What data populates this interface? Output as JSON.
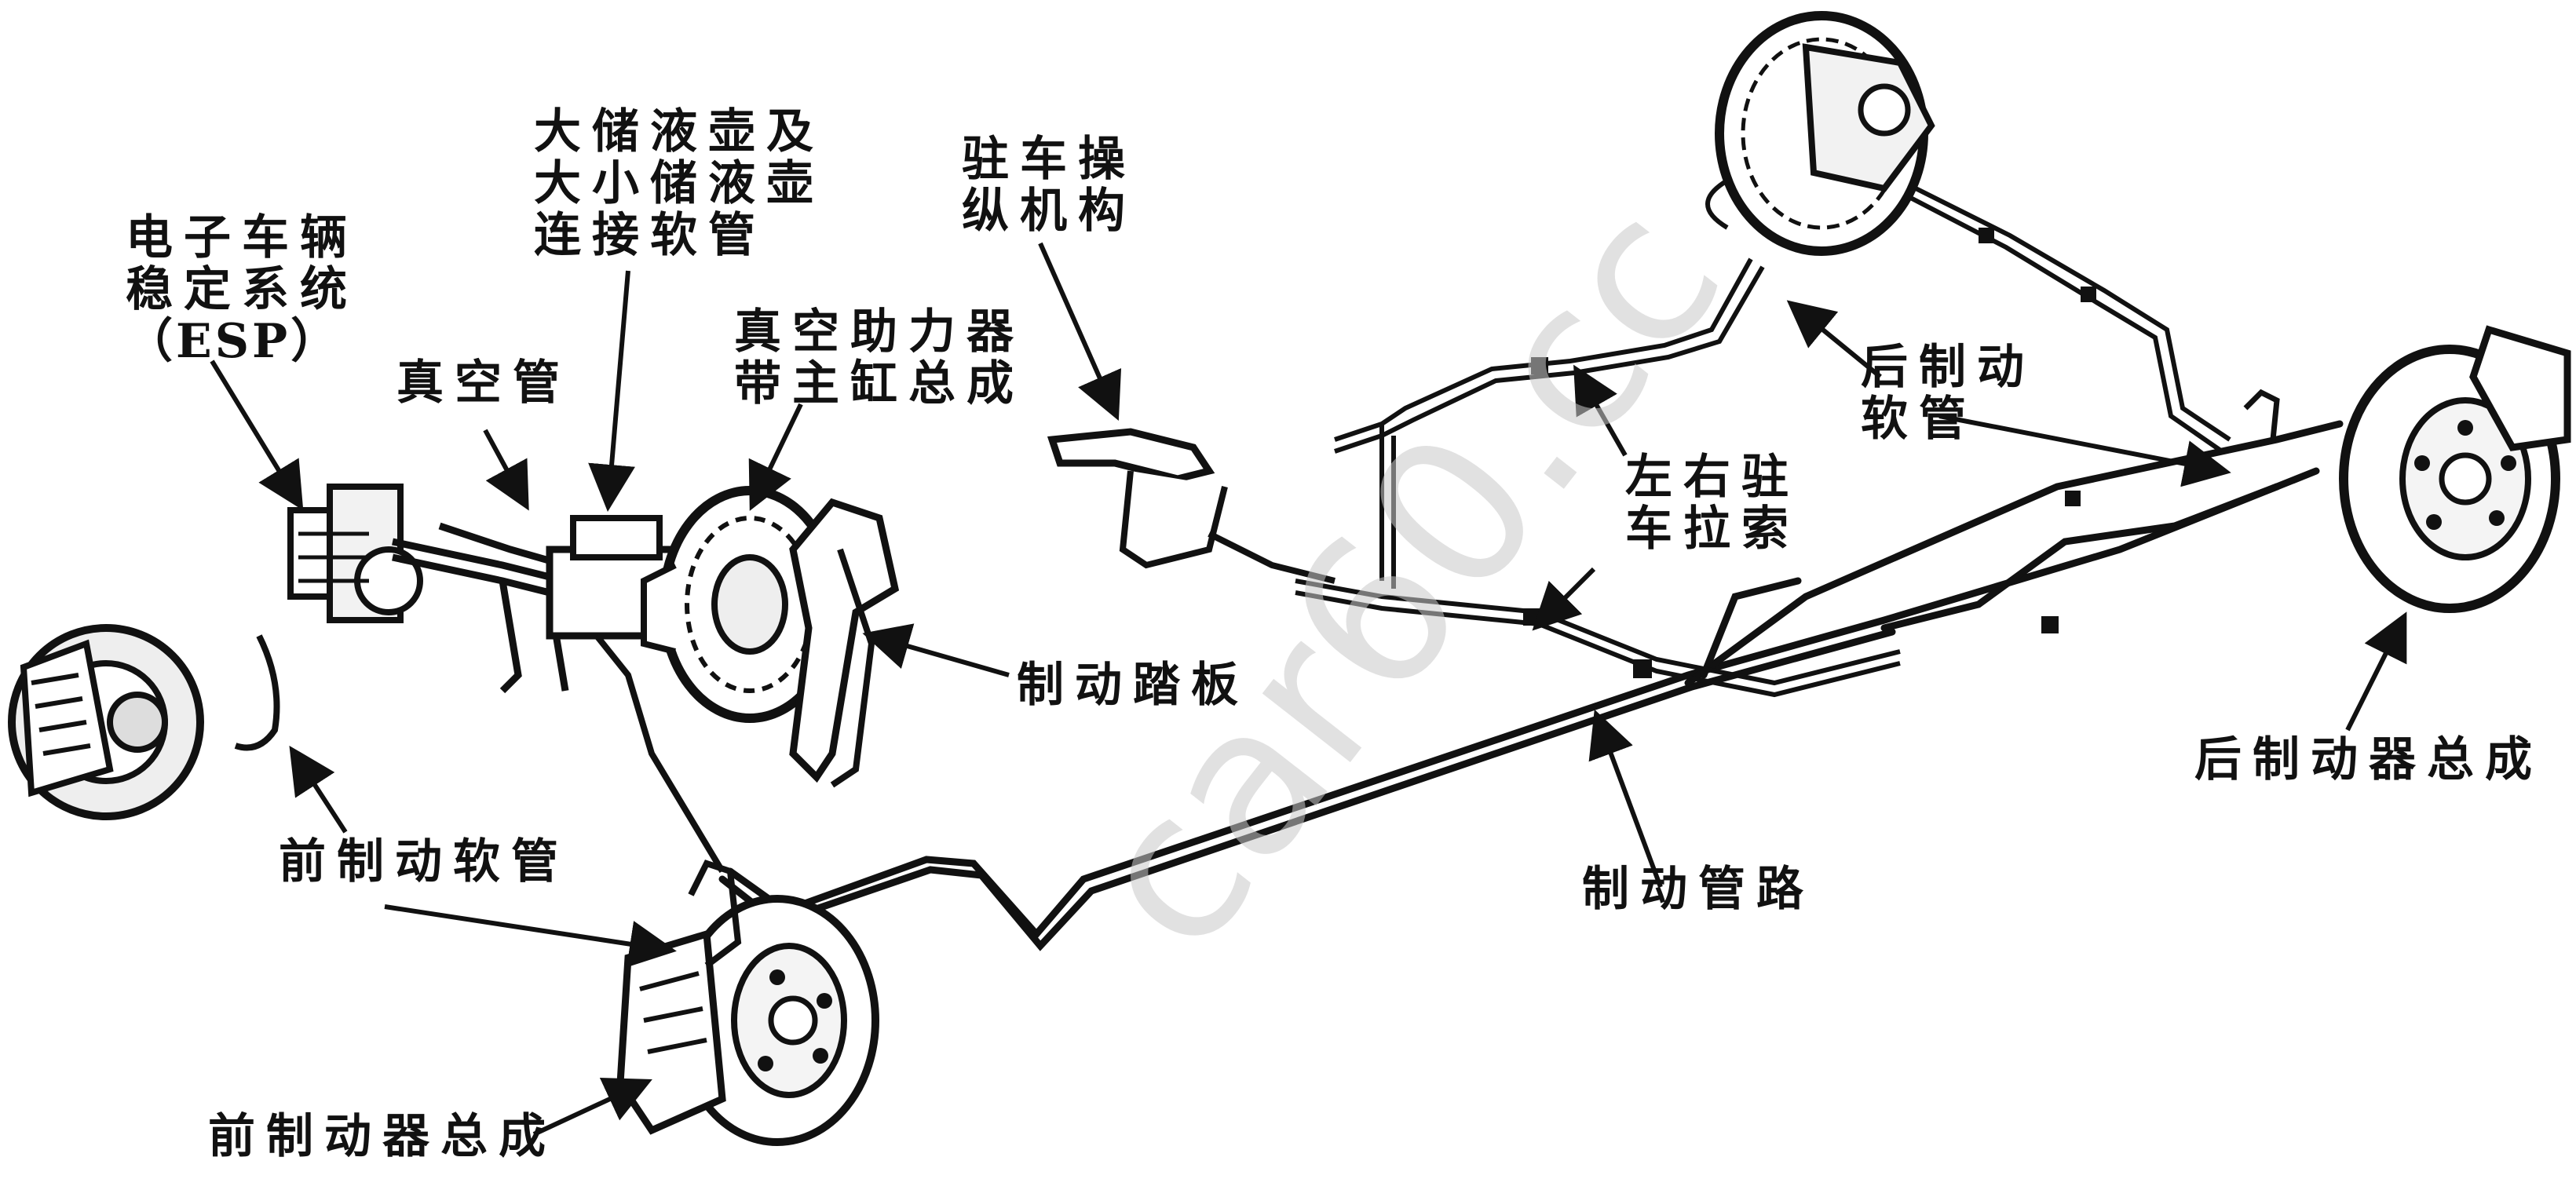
{
  "labels": {
    "esp": [
      "电子车辆",
      "稳定系统",
      "（ESP）"
    ],
    "vacuum_pipe": "真空管",
    "reservoir": [
      "大储液壶及",
      "大小储液壶",
      "连接软管"
    ],
    "booster": [
      "真空助力器",
      "带主缸总成"
    ],
    "parking_mechanism": [
      "驻车操",
      "纵机构"
    ],
    "parking_cable": [
      "左右驻",
      "车拉索"
    ],
    "rear_hose": [
      "后制动",
      "软管"
    ],
    "brake_pedal": "制动踏板",
    "front_hose": "前制动软管",
    "brake_line": "制动管路",
    "rear_brake": "后制动器总成",
    "front_brake": "前制动器总成"
  },
  "watermark": "car60.cc"
}
